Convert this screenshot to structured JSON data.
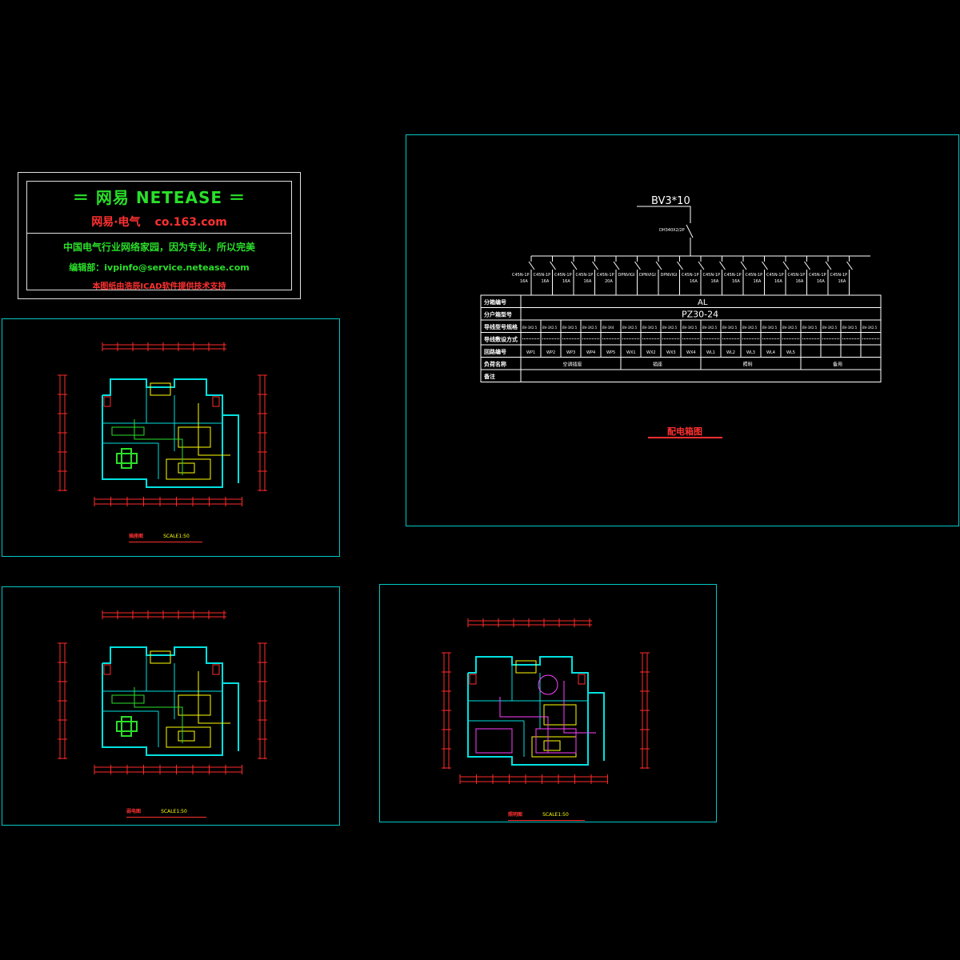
{
  "logo": {
    "title": "＝ 网易  NETEASE ＝",
    "brand": "网易·电气",
    "site": "co.163.com",
    "slogan": "中国电气行业网络家园，因为专业，所以完美",
    "email": "编辑部：ivpinfo@service.netease.com",
    "credit": "本图纸由浩辰ICAD软件提供技术支持"
  },
  "schematic": {
    "supply_cable": "BV3*10",
    "main_switch": "DH340X2/2P",
    "breakers": [
      "C45N-1P 16A",
      "C45N-1P 16A",
      "C45N-1P 16A",
      "C45N-1P 16A",
      "C45N-1P 20A",
      "DPNVIGI",
      "DPNVIGI",
      "DPNVIGI",
      "C45N-1P 16A",
      "C45N-1P 16A",
      "C45N-1P 16A",
      "C45N-1P 16A",
      "C45N-1P 16A",
      "C45N-1P 16A",
      "C45N-1P 16A",
      "C45N-1P 16A"
    ],
    "table": {
      "row_labels": [
        "分箱编号",
        "分户箱型号",
        "导线型号规格",
        "导线敷设方式",
        "回路编号",
        "负荷名称",
        "备注"
      ],
      "box_id": "AL",
      "box_model": "PZ30-24",
      "wire_specs": [
        "BV-3X2.5",
        "BV-3X2.5",
        "BV-3X2.5",
        "BV-3X2.5",
        "BV-3X4",
        "BV-3X2.5",
        "BV-3X2.5",
        "BV-3X2.5",
        "BV-3X2.5",
        "BV-3X2.5",
        "BV-3X2.5",
        "BV-3X2.5",
        "BV-3X2.5",
        "BV-3X2.5",
        "BV-3X2.5",
        "BV-3X2.5",
        "BV-3X2.5",
        "BV-3X2.5"
      ],
      "circuit_ids": [
        "WP1",
        "WP2",
        "WP3",
        "WP4",
        "WP5",
        "WX1",
        "WX2",
        "WX3",
        "WX4",
        "WL1",
        "WL2",
        "WL3",
        "WL4",
        "WL5",
        "",
        "",
        ""
      ],
      "loads": [
        "空调插座",
        "插座",
        "照明",
        "备用"
      ]
    },
    "caption": "配电箱图"
  },
  "plans": [
    {
      "id": "socket-plan",
      "caption": "插座图",
      "scale": "SCALE1:50"
    },
    {
      "id": "weak-current-plan",
      "caption": "弱电图",
      "scale": "SCALE1:50"
    },
    {
      "id": "lighting-plan",
      "caption": "照明图",
      "scale": "SCALE1:50"
    }
  ],
  "colors": {
    "frame": "#00c8c8",
    "dimension": "#ff2a2a",
    "wall": "#00e0e0",
    "furniture": "#ffff00",
    "wiring": "#ff40ff",
    "green": "#2adf2a",
    "table": "#ffffff"
  }
}
